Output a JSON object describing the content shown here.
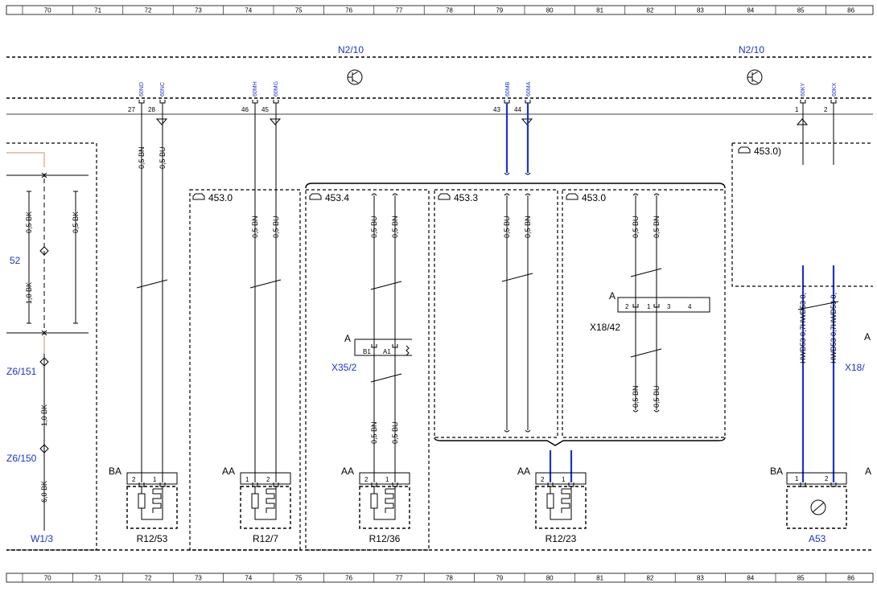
{
  "ruler": {
    "columns": [
      "70",
      "71",
      "72",
      "73",
      "74",
      "75",
      "76",
      "77",
      "78",
      "79",
      "80",
      "81",
      "82",
      "83",
      "84",
      "85",
      "86"
    ]
  },
  "components": {
    "control_unit_left": "N2/10",
    "control_unit_right": "N2/10",
    "area_label_a": "453.0",
    "area_label_b": "453.4",
    "area_label_c": "453.3",
    "area_label_d": "453.0",
    "area_label_e": "453.0)",
    "r12_53": "R12/53",
    "r12_7": "R12/7",
    "r12_36": "R12/36",
    "r12_23": "R12/23",
    "a53": "A53",
    "x35_2": "X35/2",
    "x18_42": "X18/42",
    "x18_partial": "X18/",
    "w1_3": "W1/3",
    "z6_151": "Z6/151",
    "z6_150": "Z6/150",
    "partial_52": "52"
  },
  "pins": {
    "p27": "27",
    "p28": "28",
    "p46": "46",
    "p45": "45",
    "p43": "43",
    "p44": "44",
    "p1": "1",
    "p2": "2",
    "code_60nd": "60ND",
    "code_60nc": "60NC",
    "code_60mh": "60MH",
    "code_60mg": "60MG",
    "code_60mb": "60MB",
    "code_60ma": "60MA",
    "code_60ky": "60KY",
    "code_60kx": "60KX"
  },
  "connectors": {
    "ba": "BA",
    "aa": "AA",
    "a": "A",
    "b1": "B1",
    "a1": "A1",
    "one": "1",
    "two": "2",
    "three": "3",
    "four": "4"
  },
  "wires": {
    "bn": "0,5 BN",
    "bu": "0,5 BU",
    "bk05": "0,5 BK",
    "bk10": "1,0 BK",
    "bk60": "6,0 BK",
    "hwd1": "HWD53 0,7HWD53 0,",
    "hwd2": "HWD53 0,7HWD53 0,"
  },
  "colors": {
    "line": "#000000",
    "blue_wire": "#1a33cc",
    "label_blue": "#1a33cc",
    "brown_wire": "#c8906a"
  }
}
